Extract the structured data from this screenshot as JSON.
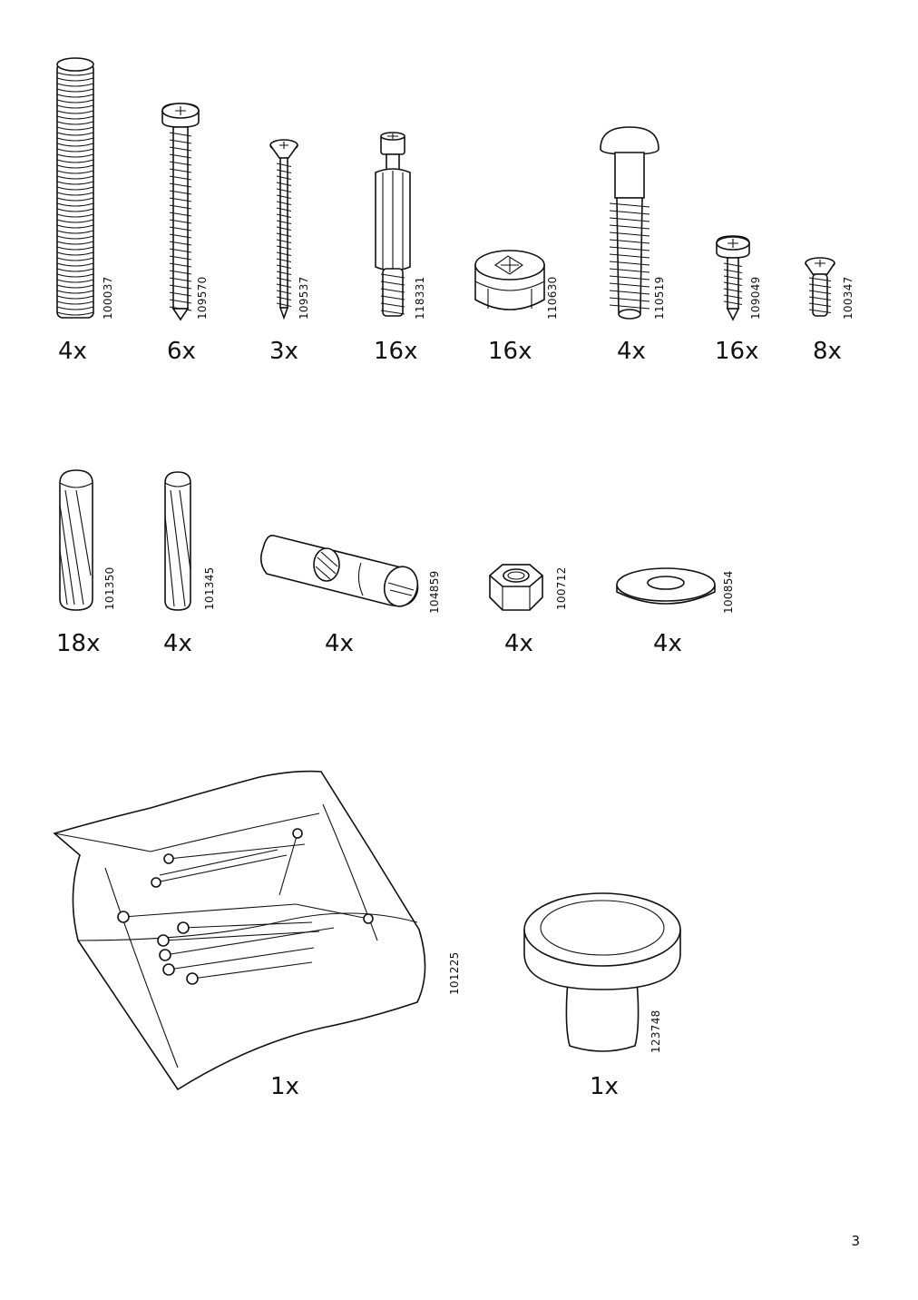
{
  "page_number": "3",
  "rows": [
    [
      {
        "code": "100037",
        "qty": "4x",
        "icon": "threaded-rod"
      },
      {
        "code": "109570",
        "qty": "6x",
        "icon": "pan-head-screw"
      },
      {
        "code": "109537",
        "qty": "3x",
        "icon": "countersunk-screw"
      },
      {
        "code": "118331",
        "qty": "16x",
        "icon": "cam-dowel"
      },
      {
        "code": "110630",
        "qty": "16x",
        "icon": "cam-lock"
      },
      {
        "code": "110519",
        "qty": "4x",
        "icon": "mushroom-plug"
      },
      {
        "code": "109049",
        "qty": "16x",
        "icon": "short-pan-screw"
      },
      {
        "code": "100347",
        "qty": "8x",
        "icon": "short-countersunk-screw"
      }
    ],
    [
      {
        "code": "101350",
        "qty": "18x",
        "icon": "wood-dowel-large"
      },
      {
        "code": "101345",
        "qty": "4x",
        "icon": "wood-dowel-small"
      },
      {
        "code": "104859",
        "qty": "4x",
        "icon": "barrel-nut"
      },
      {
        "code": "100712",
        "qty": "4x",
        "icon": "hex-nut"
      },
      {
        "code": "100854",
        "qty": "4x",
        "icon": "washer"
      }
    ],
    [
      {
        "code": "101225",
        "qty": "1x",
        "icon": "nail-bag"
      },
      {
        "code": "123748",
        "qty": "1x",
        "icon": "knob"
      }
    ]
  ]
}
